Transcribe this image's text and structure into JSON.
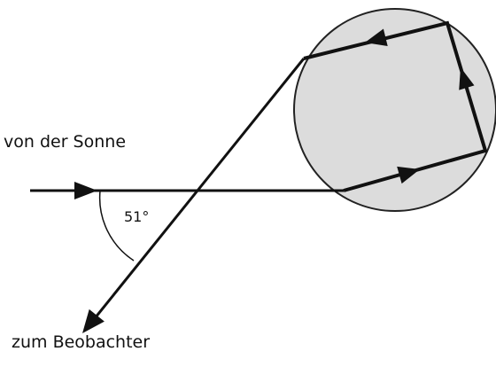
{
  "labels": {
    "incoming": "von der Sonne",
    "outgoing": "zum Beobachter",
    "angle": "51°"
  },
  "colors": {
    "line": "#111111",
    "drop_fill": "#dcdcdc",
    "drop_stroke": "#222222",
    "background": "#ffffff"
  },
  "icons": {
    "arrow": "filled-triangle-arrowhead"
  }
}
